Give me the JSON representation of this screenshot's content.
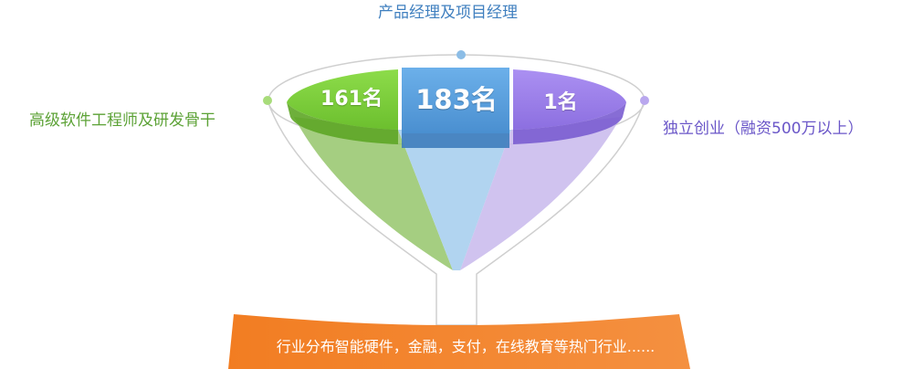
{
  "diagram": {
    "top_label": "产品经理及项目经理",
    "left_label": "高级软件工程师及研发骨干",
    "right_label": "独立创业（融资500万以上）",
    "left_count": "161名",
    "center_count": "183名",
    "right_count": "1名",
    "banner_text": "行业分布智能硬件，金融，支付，在线教育等热门行业......"
  },
  "colors": {
    "green": "#7fcf3c",
    "blue": "#5aa0dc",
    "purple": "#9d7fea",
    "orange": "#f0822a"
  }
}
